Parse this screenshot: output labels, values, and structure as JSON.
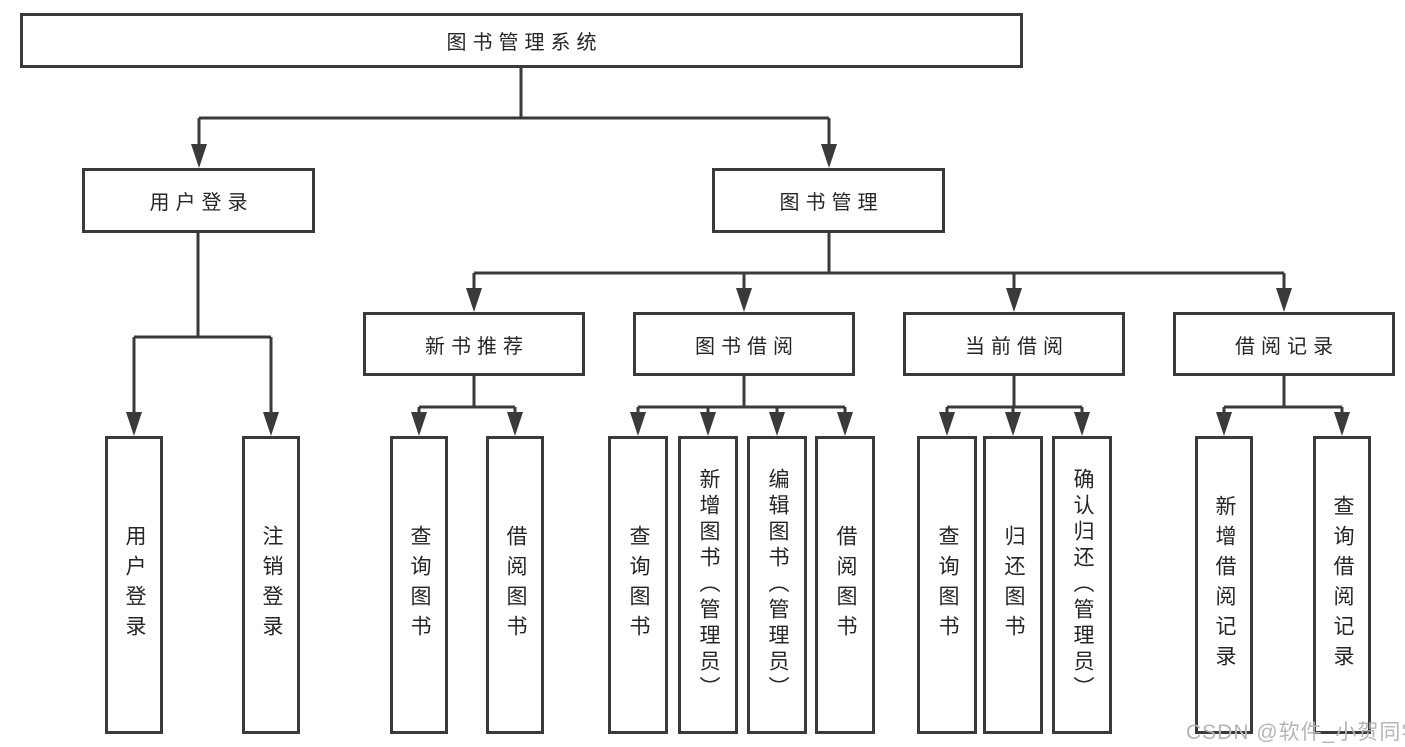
{
  "diagram": {
    "tree": {
      "label": "图书管理系统",
      "children": [
        {
          "label": "用户登录",
          "children": [
            {
              "label": "用户登录"
            },
            {
              "label": "注销登录"
            }
          ]
        },
        {
          "label": "图书管理",
          "children": [
            {
              "label": "新书推荐",
              "children": [
                {
                  "label": "查询图书"
                },
                {
                  "label": "借阅图书"
                }
              ]
            },
            {
              "label": "图书借阅",
              "children": [
                {
                  "label": "查询图书"
                },
                {
                  "label": "新增图书（管理员）"
                },
                {
                  "label": "编辑图书（管理员）"
                },
                {
                  "label": "借阅图书"
                }
              ]
            },
            {
              "label": "当前借阅",
              "children": [
                {
                  "label": "查询图书"
                },
                {
                  "label": "归还图书"
                },
                {
                  "label": "确认归还（管理员）"
                }
              ]
            },
            {
              "label": "借阅记录",
              "children": [
                {
                  "label": "新增借阅记录"
                },
                {
                  "label": "查询借阅记录"
                }
              ]
            }
          ]
        }
      ]
    },
    "colors": {
      "line": "#3a3a3a",
      "box_border": "#3a3a3a",
      "box_fill": "#ffffff",
      "text": "#262626",
      "watermark": "#b5b5b5"
    }
  },
  "watermark": {
    "text": "CSDN @软件_小贺同学"
  }
}
